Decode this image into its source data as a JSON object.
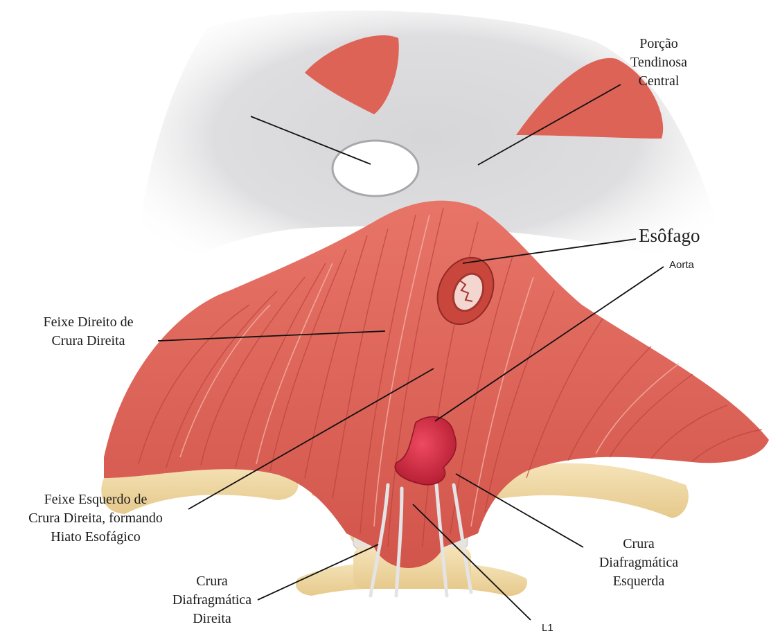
{
  "labels": {
    "porcao": [
      "Porção",
      "Tendinosa",
      "Central"
    ],
    "esofago": "Esôfago",
    "aorta": "Aorta",
    "feixe_direito": [
      "Feixe Direito de",
      "Crura Direita"
    ],
    "feixe_esquerdo": [
      "Feixe Esquerdo de",
      "Crura Direita, formando",
      "Hiato Esofágico"
    ],
    "crura_direita": [
      "Crura",
      "Diafragmática",
      "Direita"
    ],
    "crura_esquerda": [
      "Crura",
      "Diafragmática",
      "Esquerda"
    ],
    "l1": "L1"
  },
  "colors": {
    "muscle": "#dd5f55",
    "muscle_dark": "#b53a33",
    "muscle_light": "#f09a8e",
    "tendon": "#dcdcde",
    "bone": "#f0d9a6",
    "aorta": "#d62a45",
    "leader": "#111111"
  }
}
